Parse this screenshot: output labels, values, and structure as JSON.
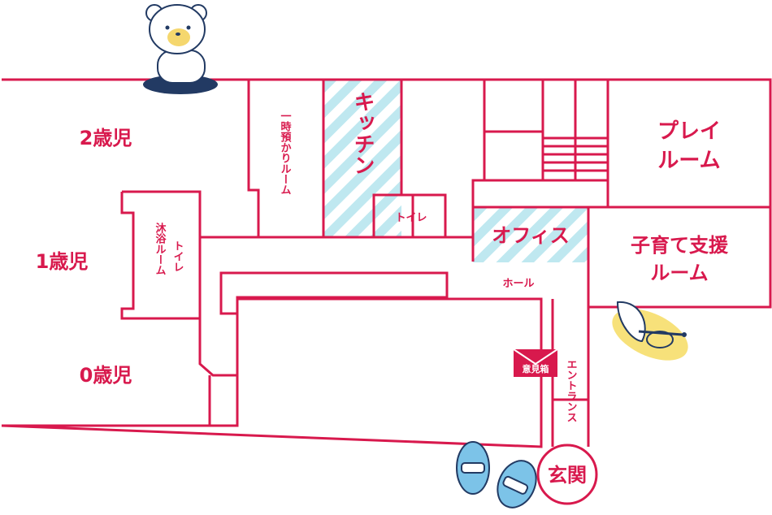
{
  "rooms": {
    "age2": "2歳児",
    "age1": "1歳児",
    "age0": "0歳児",
    "temp_room": "一時預かりルーム",
    "kitchen": "キッチン",
    "toilet_small": "トイレ",
    "toilet_bath_line1": "トイレ",
    "toilet_bath_line2": "沐浴ルーム",
    "play_line1": "プレイ",
    "play_line2": "ルーム",
    "office": "オフィス",
    "support_line1": "子育て支援",
    "support_line2": "ルーム",
    "hall": "ホール",
    "entrance": "エントランス",
    "genkan": "玄関",
    "opinion_box": "意見箱"
  },
  "colors": {
    "wall": "#d8194d",
    "kitchen_stripe": "#bfe8f0",
    "bear_navy": "#223a63",
    "bear_yellow": "#f5d76e",
    "trumpet_yellow": "#f7e17a",
    "shoe_blue": "#7cc3e8"
  },
  "icons": [
    "bear-illustration",
    "mail-envelope-icon",
    "trumpet-illustration",
    "baby-shoes-illustration"
  ]
}
